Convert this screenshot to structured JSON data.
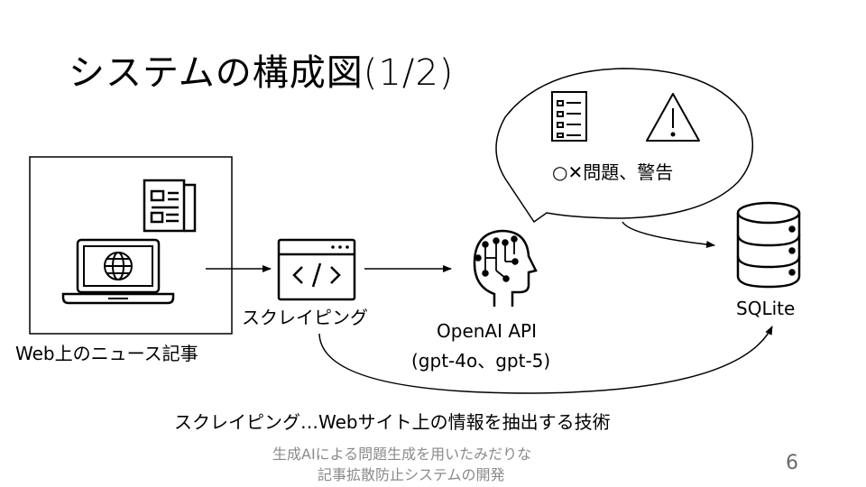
{
  "slide": {
    "title": "システムの構成図(1/2)",
    "page_number": "6"
  },
  "diagram": {
    "source_label": "Web上のニュース記事",
    "scraping_label": "スクレイピング",
    "api_label_line1": "OpenAI API",
    "api_label_line2": "(gpt-4o、gpt-5)",
    "db_label": "SQLite",
    "bubble_label": "○✕問題、警告",
    "description": "スクレイピング…Webサイト上の情報を抽出する技術"
  },
  "footer": {
    "line1": "生成AIによる問題生成を用いたみだりな",
    "line2": "記事拡散防止システムの開発"
  },
  "icons": [
    "newspaper-icon",
    "laptop-icon",
    "globe-icon",
    "code-window-icon",
    "ai-head-icon",
    "database-icon",
    "checklist-icon",
    "warning-icon"
  ]
}
